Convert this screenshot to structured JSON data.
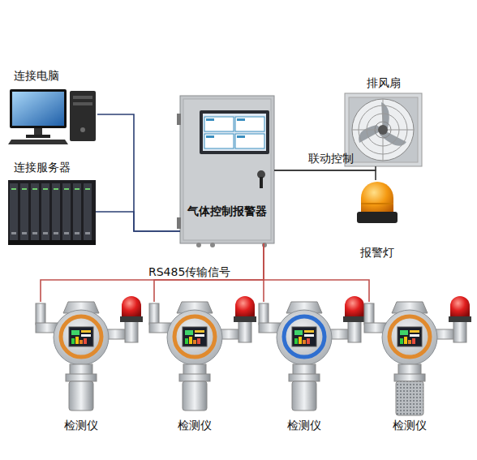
{
  "diagram": {
    "nodes": [
      {
        "text": [
          "连接电脑"
        ]
      },
      {
        "text": [
          "连接服务器"
        ]
      },
      {
        "text": [
          "气体控制报警器"
        ]
      },
      {
        "text": [
          "排风扇"
        ]
      },
      {
        "text": [
          "报警灯"
        ]
      },
      {
        "text": [
          "检测仪"
        ]
      },
      {
        "text": [
          "检测仪"
        ]
      },
      {
        "text": [
          "检测仪"
        ]
      },
      {
        "text": [
          "检测仪"
        ]
      }
    ],
    "edges": [
      {
        "from": 0,
        "to": 2,
        "arrow": "none"
      },
      {
        "from": 1,
        "to": 2,
        "arrow": "none"
      },
      {
        "from": 2,
        "to": 3,
        "label": "联动控制",
        "arrow": "none"
      },
      {
        "from": 2,
        "to": 4,
        "arrow": "none"
      },
      {
        "from": 2,
        "to": 5,
        "label": "RS485传输信号",
        "arrow": "none"
      },
      {
        "from": 2,
        "to": 6,
        "arrow": "none"
      },
      {
        "from": 2,
        "to": 7,
        "arrow": "none"
      },
      {
        "from": 2,
        "to": 8,
        "arrow": "none"
      }
    ]
  }
}
